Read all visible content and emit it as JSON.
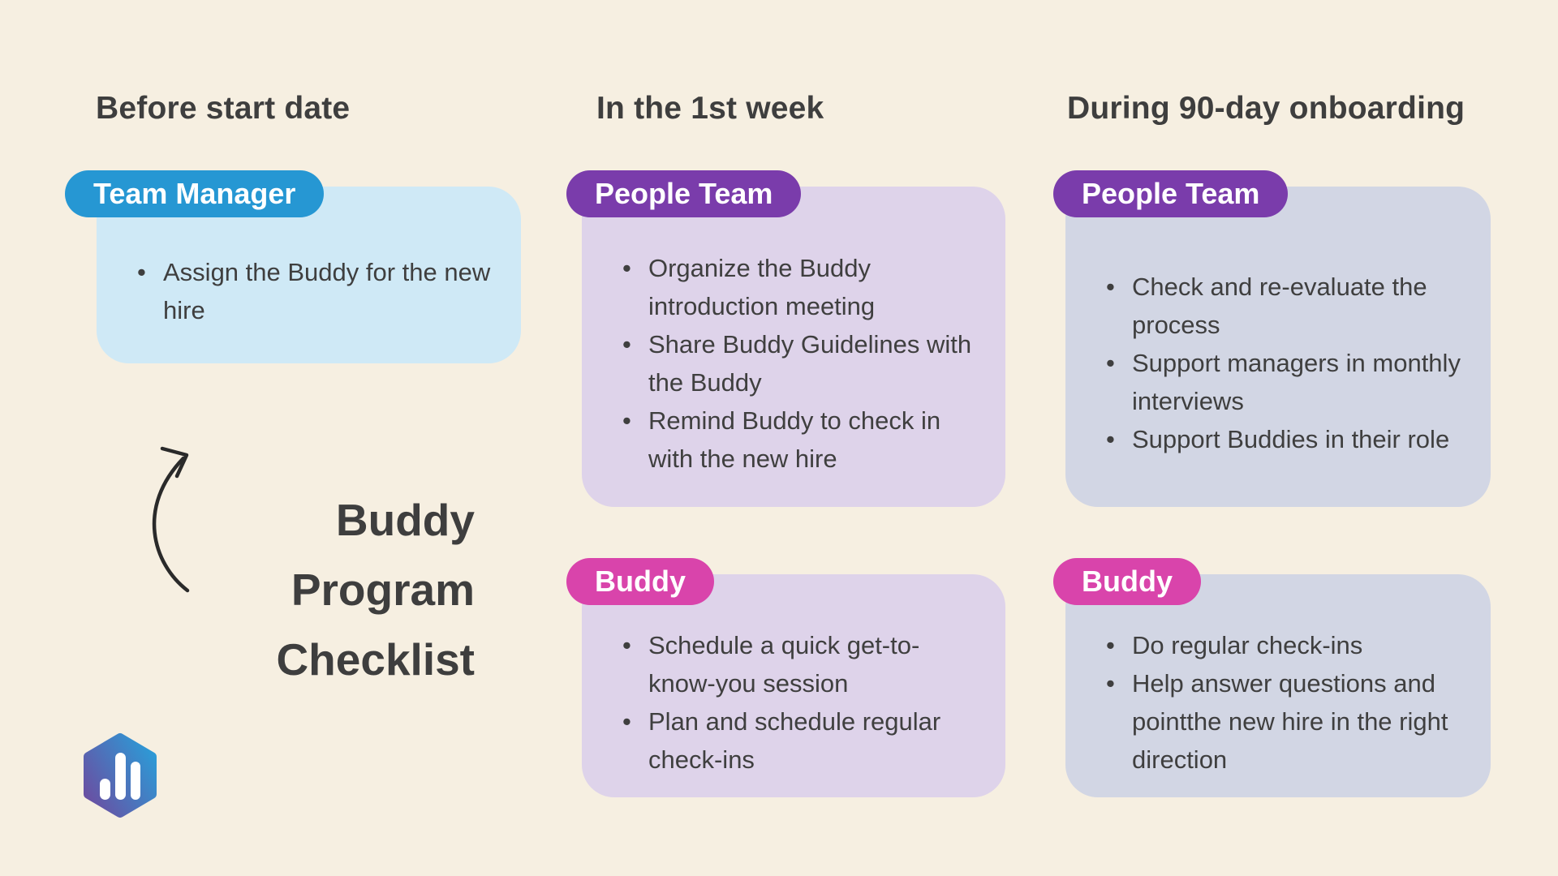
{
  "title": {
    "lines": [
      "Buddy",
      "Program",
      "Checklist"
    ]
  },
  "columns": [
    {
      "header": "Before start date",
      "cards": [
        {
          "badge": "Team Manager",
          "items": [
            "Assign the Buddy for the new hire"
          ]
        }
      ]
    },
    {
      "header": "In the 1st week",
      "cards": [
        {
          "badge": "People Team",
          "items": [
            "Organize the Buddy introduction meeting",
            "Share Buddy Guidelines with the Buddy",
            "Remind Buddy to check in with the new hire"
          ]
        },
        {
          "badge": "Buddy",
          "items": [
            "Schedule a quick get-to-know-you session",
            "Plan and schedule regular check-ins"
          ]
        }
      ]
    },
    {
      "header": "During 90-day onboarding",
      "cards": [
        {
          "badge": "People Team",
          "items": [
            "Check and re-evaluate the process",
            "Support managers in monthly interviews",
            "Support Buddies in their role"
          ]
        },
        {
          "badge": "Buddy",
          "items": [
            "Do regular check-ins",
            "Help answer questions and pointthe new hire in the right direction"
          ]
        }
      ]
    }
  ],
  "icons": {
    "arrow": "curved-arrow-icon",
    "logo": "bar-chart-logo-icon"
  },
  "colors": {
    "background": "#f6efe1",
    "heading_text": "#3e3e3e",
    "body_text": "#3f3f3f",
    "badge_blue": "#2697d3",
    "badge_purple": "#7a3cab",
    "badge_pink": "#d944ab",
    "card_blue": "#cfe9f6",
    "card_purple": "#ded3ea",
    "card_lavender": "#d2d6e4",
    "logo_gradient_start": "#6950a3",
    "logo_gradient_end": "#2d9ad6",
    "arrow_stroke": "#2a2a2a"
  }
}
